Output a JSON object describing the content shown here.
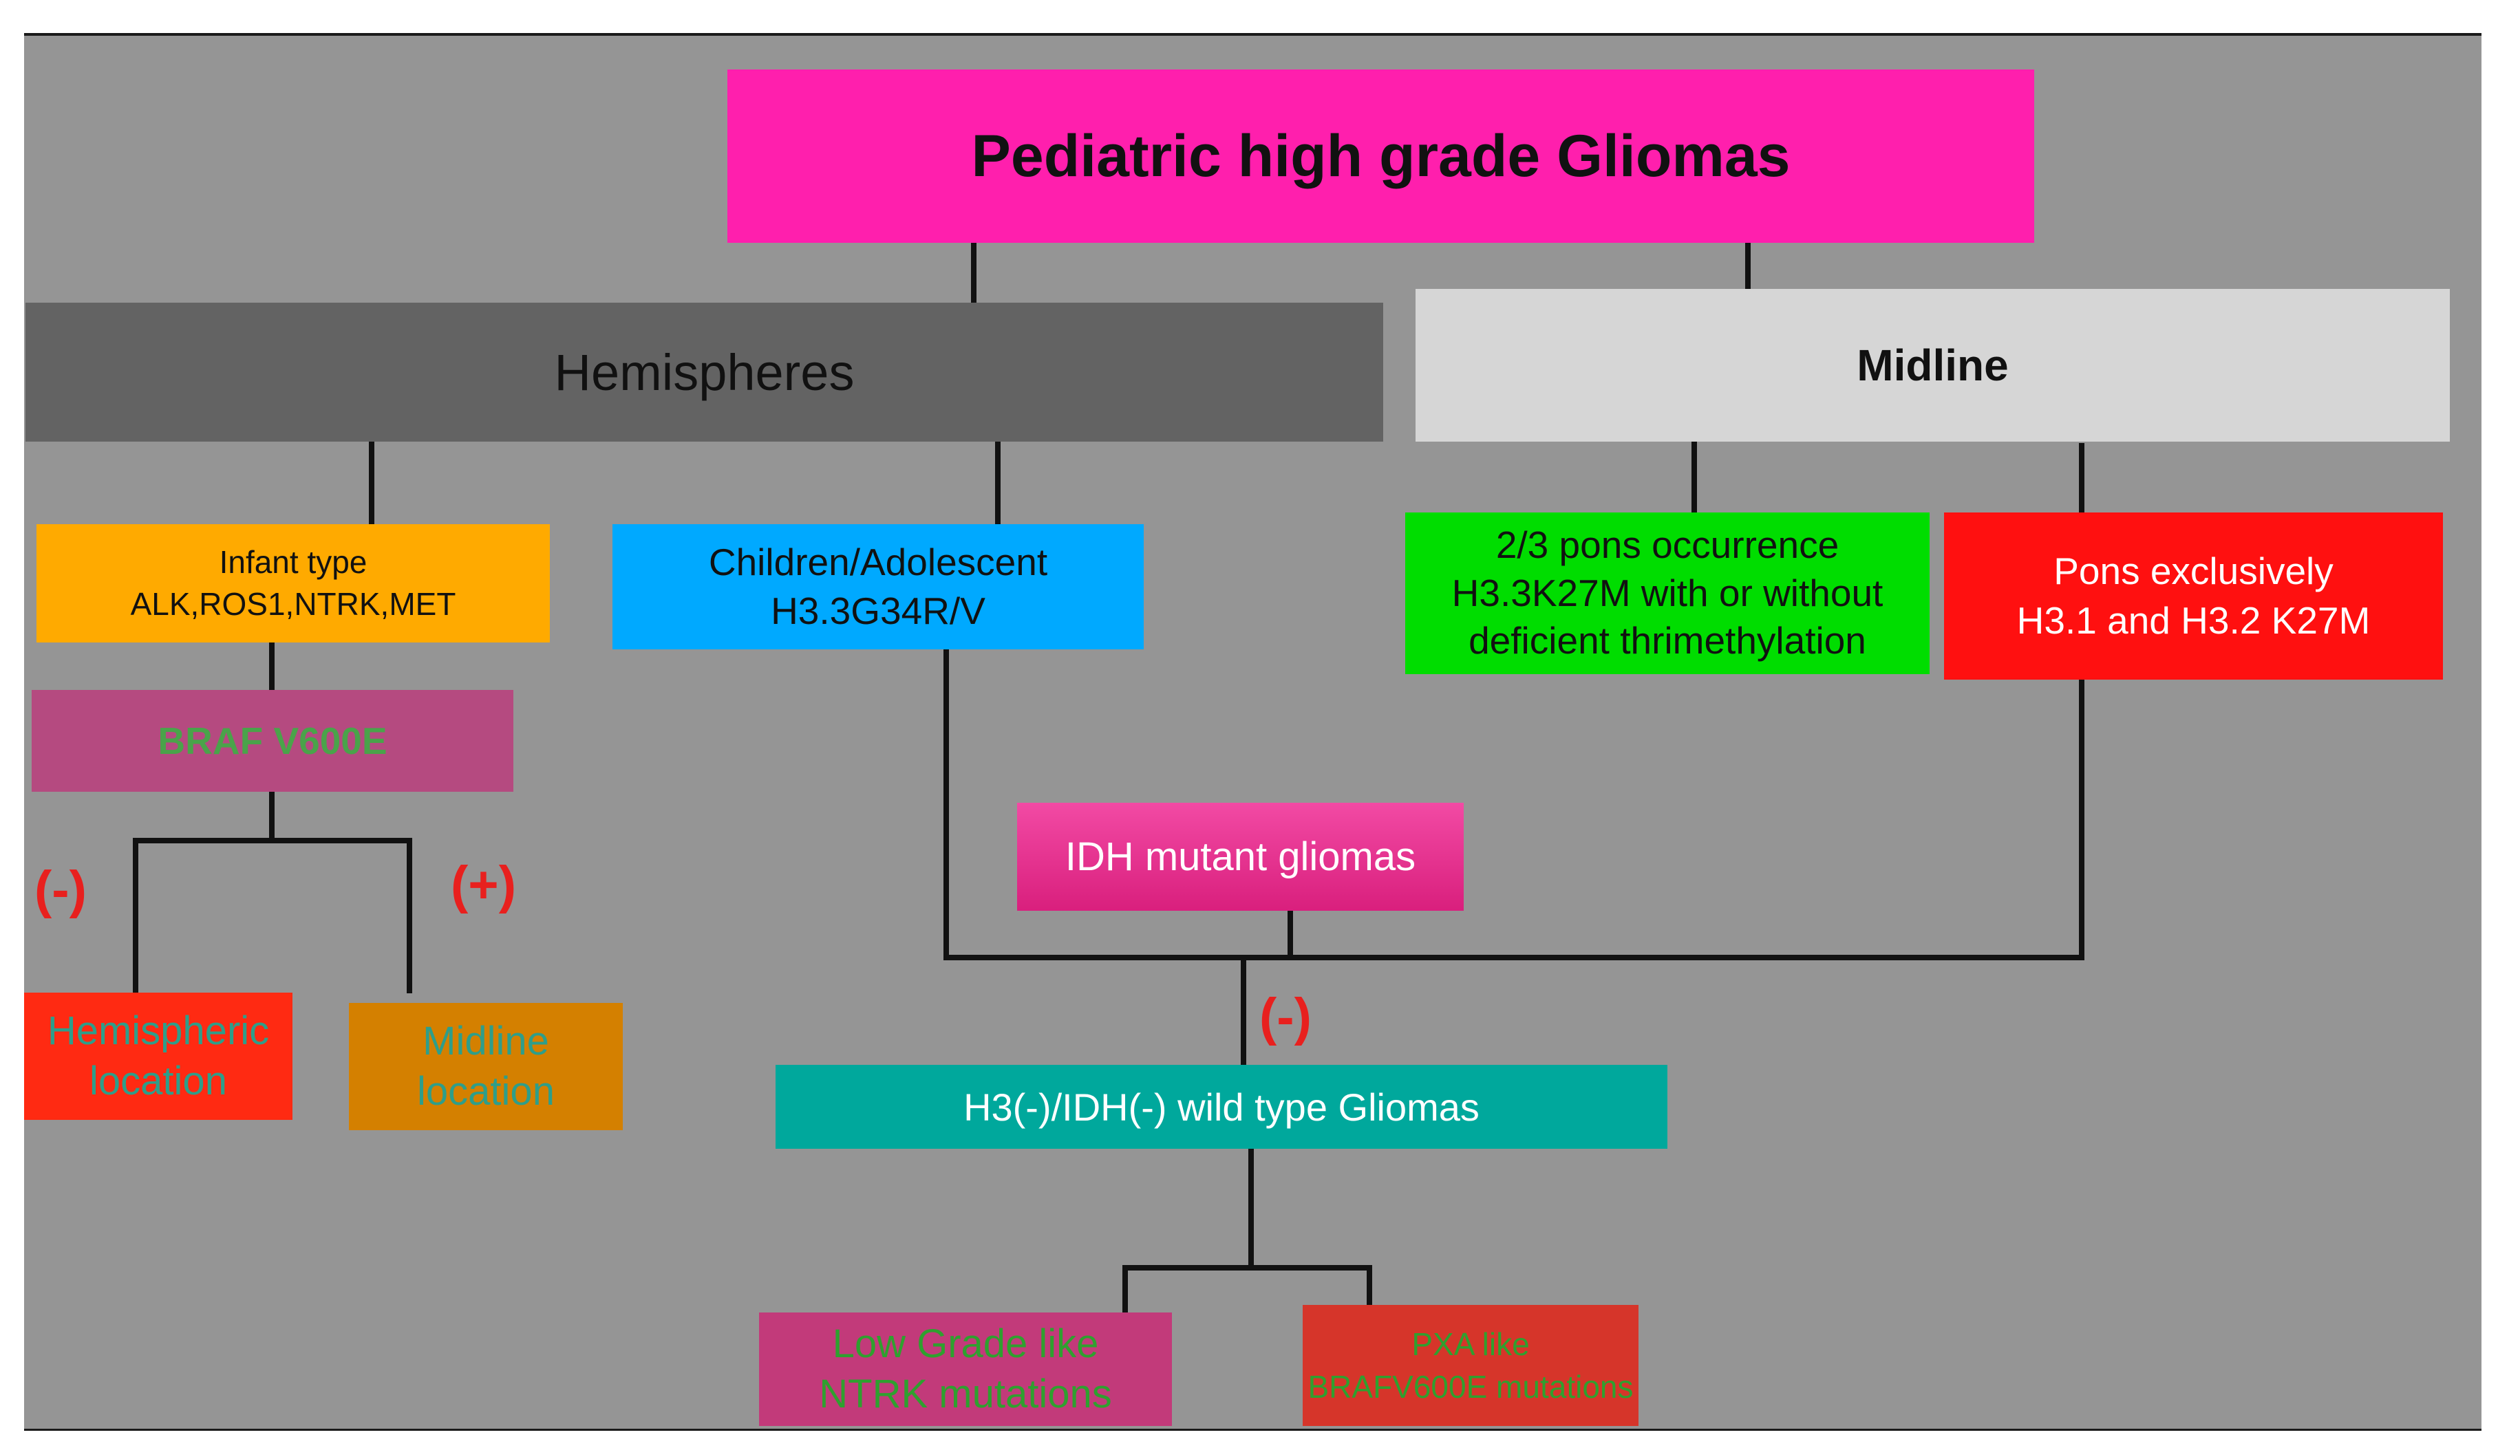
{
  "diagram": {
    "title": "Pediatric high grade Gliomas",
    "hemispheres": "Hemispheres",
    "midline": "Midline",
    "infant": {
      "line1": "Infant type",
      "line2": "ALK,ROS1,NTRK,MET"
    },
    "children": {
      "line1": "Children/Adolescent",
      "line2": "H3.3G34R/V"
    },
    "pons23": {
      "line1": "2/3 pons occurrence",
      "line2": "H3.3K27M with or without",
      "line3": "deficient thrimethylation"
    },
    "pons_exclusive": {
      "line1": "Pons exclusively",
      "line2": "H3.1 and H3.2 K27M"
    },
    "braf": "BRAF V600E",
    "idh_mutant": "IDH mutant gliomas",
    "wild_type": "H3(-)/IDH(-) wild type Gliomas",
    "hemispheric_location": {
      "line1": "Hemispheric",
      "line2": "location"
    },
    "midline_location": {
      "line1": "Midline",
      "line2": "location"
    },
    "low_grade": {
      "line1": "Low Grade like",
      "line2": "NTRK mutations"
    },
    "pxa": {
      "line1": "PXA like",
      "line2": "BRAFV600E mutations"
    },
    "signs": {
      "braf_negative": "(-)",
      "braf_positive": "(+)",
      "wild_type_negative": "(-)"
    },
    "colors": {
      "title_box": "#ff1fad",
      "hemispheres_box": "#636363",
      "midline_box": "#d6d6d6",
      "infant_box": "#ffaa00",
      "children_box": "#00a9ff",
      "pons23_box": "#00dd00",
      "pons_exclusive_box": "#ff1010",
      "braf_box": "#b54a80",
      "idh_box": "#e8308e",
      "wild_type_box": "#00a89c",
      "hemispheric_box": "#ff2a12",
      "midline_location_box": "#d48000",
      "low_grade_box": "#c23a7a",
      "pxa_box": "#d6352a",
      "sign_text": "#e8201e"
    }
  }
}
